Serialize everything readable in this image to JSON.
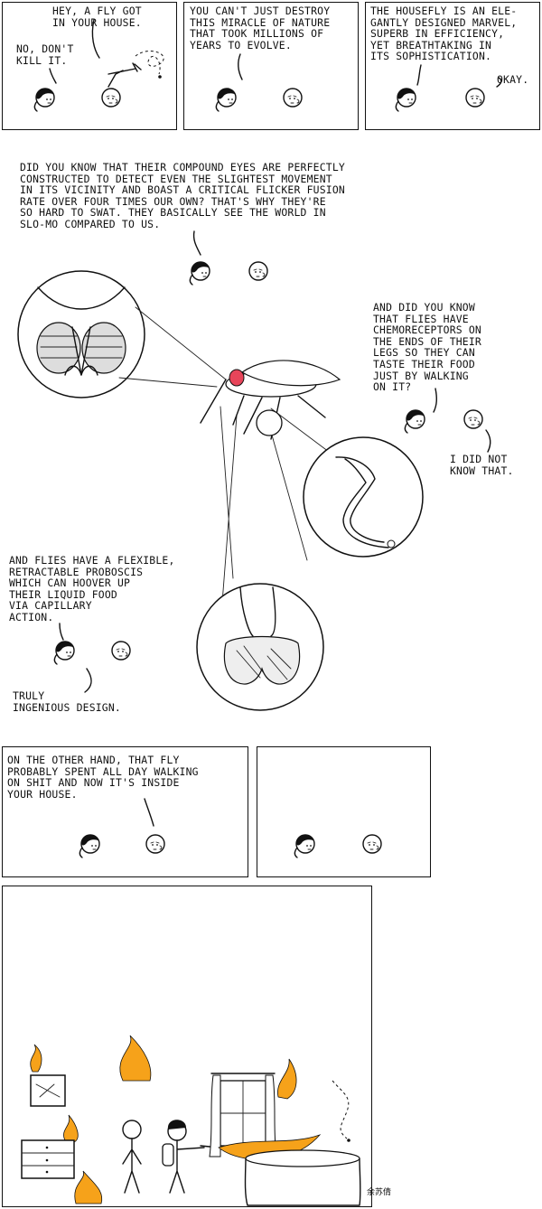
{
  "panel1": {
    "fly_line": "HEY, A FLY GOT\nIN YOUR HOUSE.",
    "no_kill_line": "NO, DON'T\nKILL IT."
  },
  "panel2": {
    "line": "YOU CAN'T JUST DESTROY\nTHIS MIRACLE OF NATURE\nTHAT TOOK MILLIONS OF\nYEARS TO EVOLVE."
  },
  "panel3": {
    "line": "THE HOUSEFLY IS AN ELE-\nGANTLY DESIGNED MARVEL,\nSUPERB IN EFFICIENCY,\nYET BREATHTAKING IN\nITS SOPHISTICATION.",
    "reply": "OKAY."
  },
  "panel4": {
    "eyes_line": "DID YOU KNOW THAT THEIR COMPOUND EYES ARE PERFECTLY\nCONSTRUCTED TO DETECT EVEN THE SLIGHTEST MOVEMENT\nIN ITS VICINITY AND BOAST A CRITICAL FLICKER FUSION\nRATE OVER FOUR TIMES OUR OWN? THAT'S WHY THEY'RE\nSO HARD TO SWAT. THEY BASICALLY SEE THE WORLD IN\nSLO-MO COMPARED TO US.",
    "legs_line": "AND DID YOU KNOW\nTHAT FLIES HAVE\nCHEMORECEPTORS ON\nTHE ENDS OF THEIR\nLEGS SO THEY CAN\nTASTE THEIR FOOD\nJUST BY WALKING\nON IT?",
    "did_not_know": "I DID NOT\nKNOW THAT.",
    "proboscis_line": "AND FLIES HAVE A FLEXIBLE,\nRETRACTABLE PROBOSCIS\nWHICH CAN HOOVER UP\nTHEIR LIQUID FOOD\nVIA CAPILLARY\nACTION.",
    "ingenious": "TRULY\nINGENIOUS DESIGN."
  },
  "panel5": {
    "line": "ON THE OTHER HAND, THAT FLY\nPROBABLY SPENT ALL DAY WALKING\nON SHIT AND NOW IT'S INSIDE\nYOUR HOUSE."
  },
  "signature": "余苏倩"
}
